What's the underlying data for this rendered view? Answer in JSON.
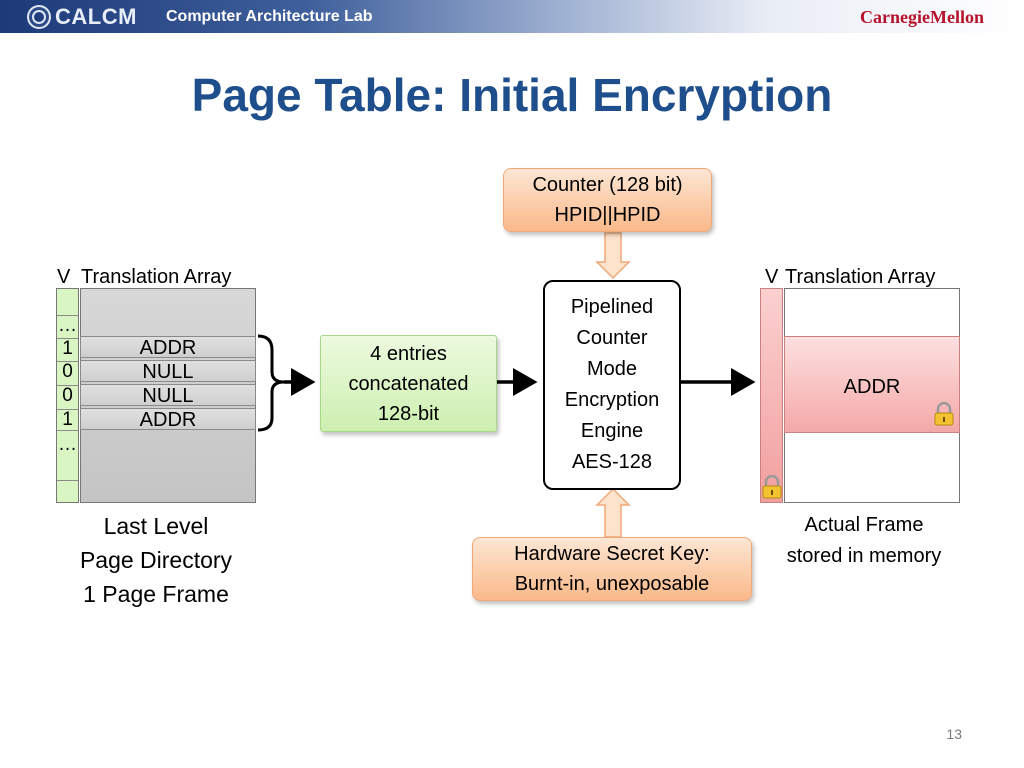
{
  "header": {
    "logo": "CALCM",
    "lab": "Computer Architecture Lab",
    "university": "CarnegieMellon"
  },
  "title": "Page Table: Initial Encryption",
  "left_table": {
    "v_header": "V",
    "array_header": "Translation Array",
    "ellipsis": "…",
    "rows": [
      {
        "v": "1",
        "value": "ADDR"
      },
      {
        "v": "0",
        "value": "NULL"
      },
      {
        "v": "0",
        "value": "NULL"
      },
      {
        "v": "1",
        "value": "ADDR"
      }
    ]
  },
  "concat_box": {
    "lines": [
      "4 entries",
      "concatenated",
      "128-bit"
    ]
  },
  "counter_box": {
    "lines": [
      "Counter (128 bit)",
      "HPID||HPID"
    ]
  },
  "engine_box": {
    "lines": [
      "Pipelined",
      "Counter",
      "Mode",
      "Encryption",
      "Engine",
      "AES-128"
    ]
  },
  "key_box": {
    "lines": [
      "Hardware Secret Key:",
      "Burnt-in, unexposable"
    ]
  },
  "right_table": {
    "v_header": "V",
    "array_header": "Translation Array",
    "value": "ADDR"
  },
  "left_caption": {
    "lines": [
      "Last Level",
      "Page Directory",
      "1 Page Frame"
    ]
  },
  "right_caption": {
    "lines": [
      "Actual Frame",
      "stored in memory"
    ]
  },
  "slide_number": "13",
  "colors": {
    "title": "#1f4e8c",
    "green_fill": "#dcf5c4",
    "orange_fill": "#fcc9a4",
    "red_fill": "#f6b4b4"
  }
}
